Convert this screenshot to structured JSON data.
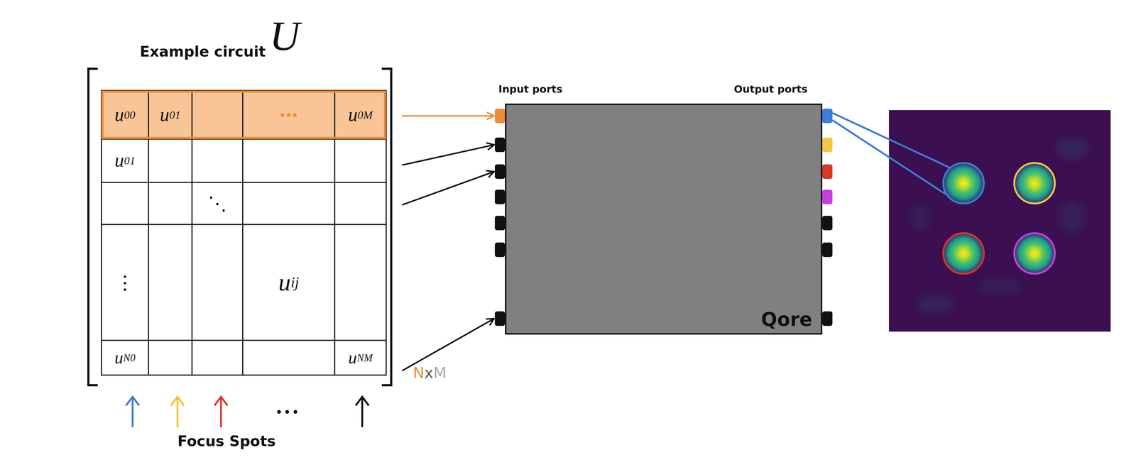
{
  "diagram": {
    "nodes": [
      {
        "text": [
          "u01",
          "⋱",
          "⋮",
          "uij",
          "uN0",
          "uNM"
        ]
      },
      {
        "text": [
          "u00",
          "u01",
          "⋯",
          "u0M"
        ],
        "in": 0
      },
      {
        "text": [
          "Qore"
        ]
      }
    ],
    "edges": [
      {
        "from": 1,
        "to": 2,
        "arrow": "to"
      },
      {
        "from": 0,
        "to": 2,
        "arrow": "to"
      },
      {
        "from": 0,
        "to": 2,
        "arrow": "to"
      },
      {
        "from": 0,
        "to": 2,
        "arrow": "to"
      }
    ],
    "labels": [
      "Example circuit",
      "U",
      "Input ports",
      "Output ports",
      "NxM",
      "• • •",
      "Focus Spots"
    ]
  }
}
